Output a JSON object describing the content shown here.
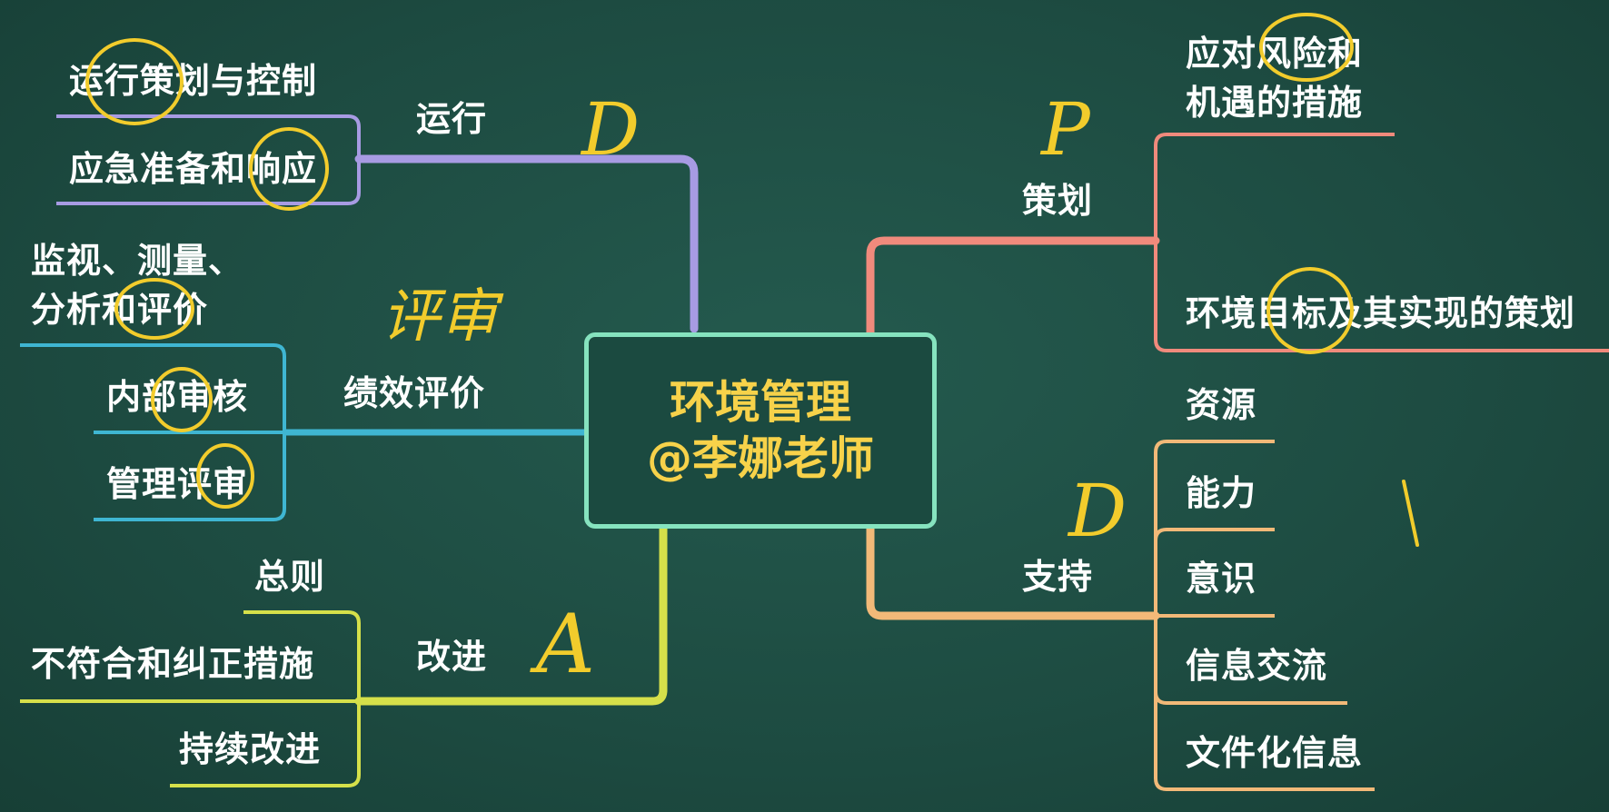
{
  "center": {
    "title": "环境管理",
    "subtitle": "@李娜老师"
  },
  "branches": {
    "operation": {
      "label": "运行",
      "items": [
        "运行策划与控制",
        "应急准备和响应"
      ],
      "color": "#a79be3"
    },
    "evaluation": {
      "label": "绩效评价",
      "items": [
        "监视、测量、分析和评价",
        "内部审核",
        "管理评审"
      ],
      "color": "#3fb6d2"
    },
    "improvement": {
      "label": "改进",
      "items": [
        "总则",
        "不符合和纠正措施",
        "持续改进"
      ],
      "color": "#d6e04a"
    },
    "planning": {
      "label": "策划",
      "items": [
        "应对风险和机遇的措施",
        "环境目标及其实现的策划"
      ],
      "color": "#f08a7c"
    },
    "support": {
      "label": "支持",
      "items": [
        "资源",
        "能力",
        "意识",
        "信息交流",
        "文件化信息"
      ],
      "color": "#f2b978"
    }
  },
  "annotations": {
    "operation": "D",
    "evaluation": "评审",
    "improvement": "A",
    "planning": "P",
    "support": "D",
    "ink_color": "#f2cc2c"
  }
}
